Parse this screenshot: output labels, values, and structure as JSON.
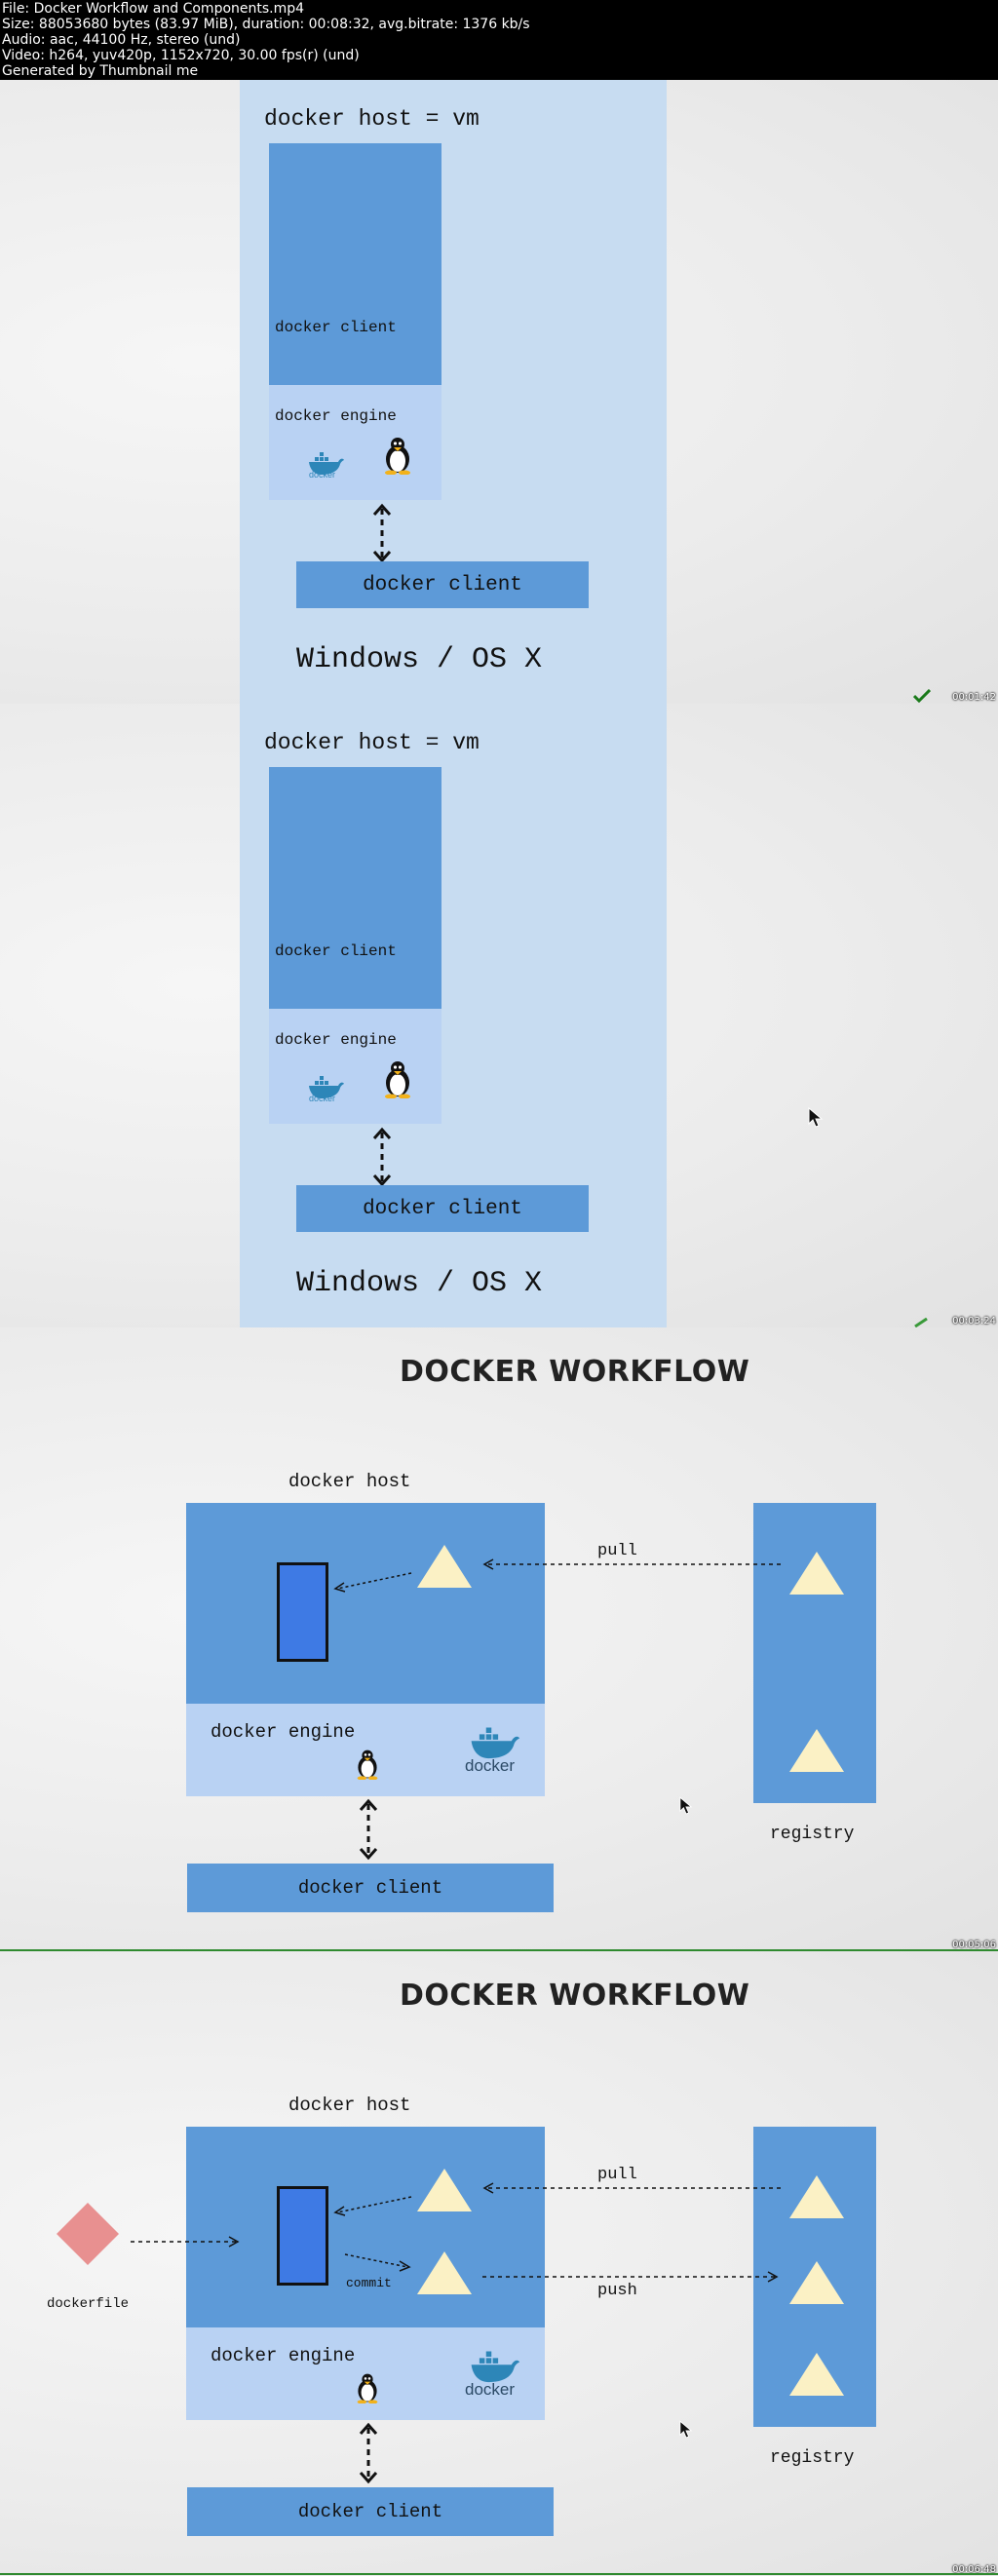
{
  "meta": {
    "lines": [
      "File: Docker Workflow and Components.mp4",
      "Size: 88053680 bytes (83.97 MiB), duration: 00:08:32, avg.bitrate: 1376 kb/s",
      "Audio: aac, 44100 Hz, stereo (und)",
      "Video: h264, yuv420p, 1152x720, 30.00 fps(r) (und)",
      "Generated by Thumbnail me"
    ]
  },
  "frames": [
    {
      "timestamp": "00:01:42",
      "host_label": "docker host = vm",
      "vm_client_label": "docker client",
      "engine_label": "docker engine",
      "docker_logo_text": "docker",
      "client_bar_label": "docker client",
      "os_label": "Windows / OS X"
    },
    {
      "timestamp": "00:03:24",
      "host_label": "docker host = vm",
      "vm_client_label": "docker client",
      "engine_label": "docker engine",
      "docker_logo_text": "docker",
      "client_bar_label": "docker client",
      "os_label": "Windows / OS X"
    },
    {
      "timestamp": "00:05:06",
      "title": "DOCKER WORKFLOW",
      "host_label": "docker host",
      "pull_label": "pull",
      "engine_label": "docker engine",
      "docker_logo_text": "docker",
      "client_bar_label": "docker client",
      "registry_label": "registry"
    },
    {
      "timestamp": "00:06:48",
      "title": "DOCKER WORKFLOW",
      "host_label": "docker host",
      "pull_label": "pull",
      "push_label": "push",
      "commit_label": "commit",
      "dockerfile_label": "dockerfile",
      "engine_label": "docker engine",
      "docker_logo_text": "docker",
      "client_bar_label": "docker client",
      "registry_label": "registry"
    }
  ],
  "colors": {
    "panel_light": "#c7dcf1",
    "panel_blue": "#5d9ad8",
    "engine_pale": "#b9d2f3",
    "container_blue": "#3e7ae4",
    "image_triangle": "#fbf1c5",
    "dockerfile_diamond": "#e89090",
    "docker_whale": "#2d86b8"
  },
  "icons": [
    "docker-whale-icon",
    "linux-penguin-icon",
    "mouse-cursor-icon",
    "check-mark-icon"
  ]
}
